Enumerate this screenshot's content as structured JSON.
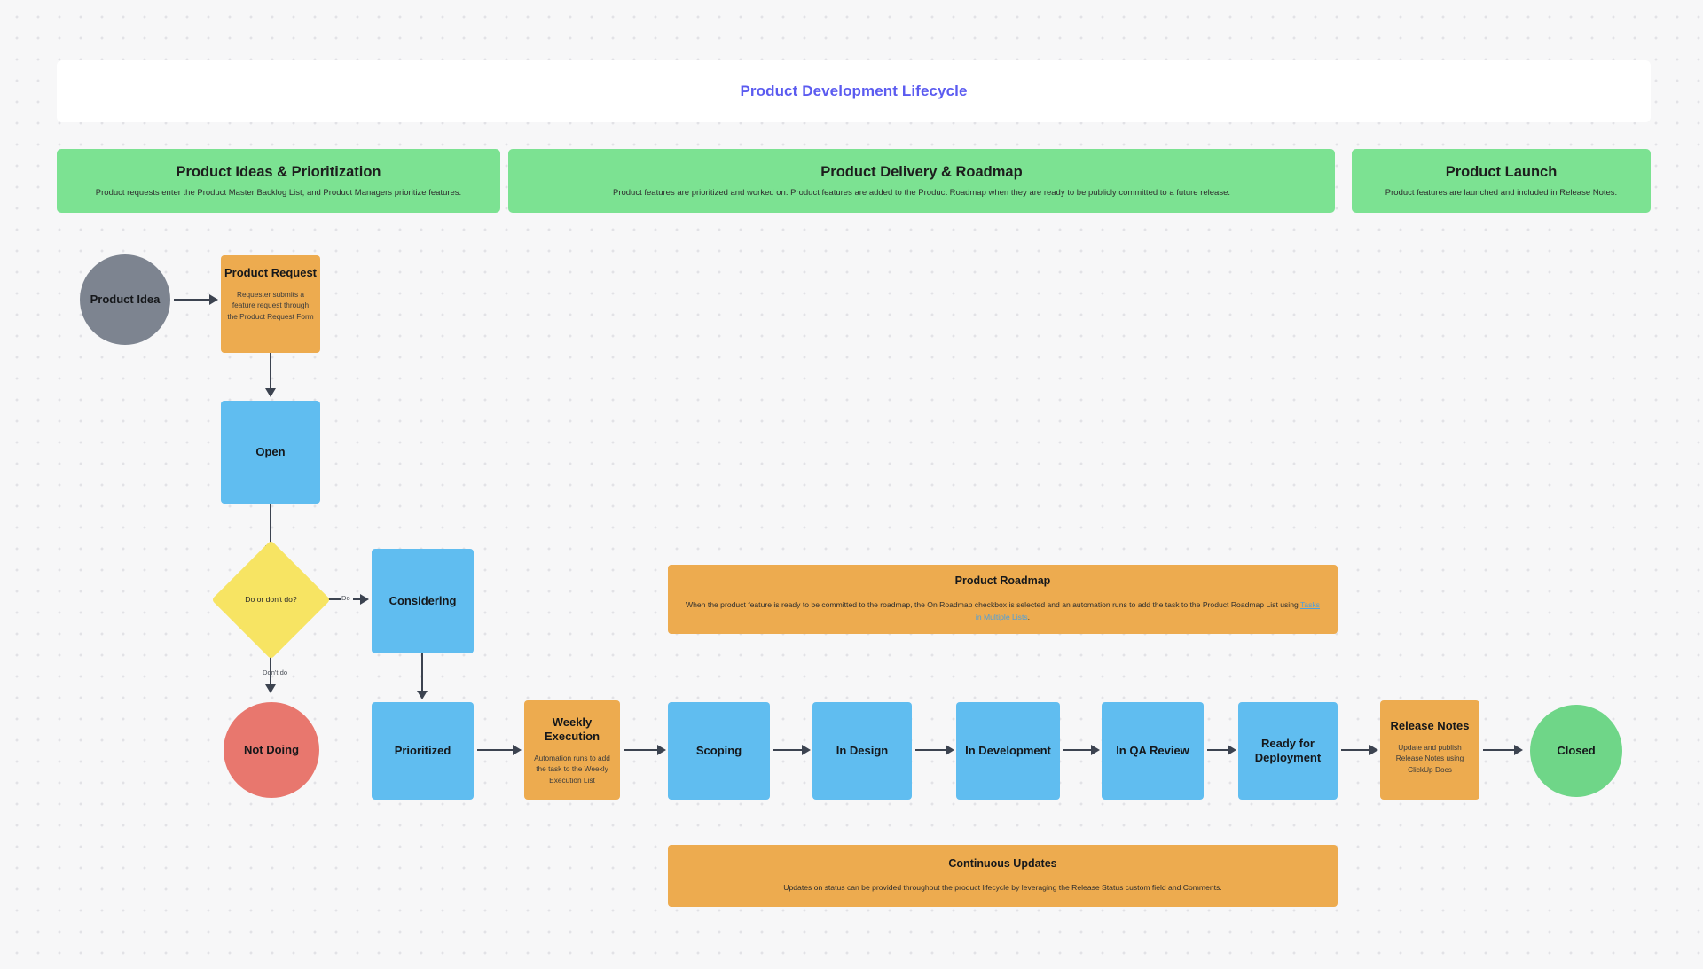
{
  "board": {
    "title": "Product Development Lifecycle",
    "title_color": "#5b5bf0",
    "background_color": "#f7f7f8"
  },
  "phases": [
    {
      "name": "Product Ideas & Prioritization",
      "description": "Product requests enter the Product Master Backlog List, and Product Managers prioritize features."
    },
    {
      "name": "Product Delivery & Roadmap",
      "description": "Product features are prioritized and worked on. Product features are added to the Product Roadmap when they are ready to be publicly committed to a future release."
    },
    {
      "name": "Product Launch",
      "description": "Product features are launched and included in Release Notes."
    }
  ],
  "nodes": {
    "product_idea": {
      "label": "Product Idea",
      "shape": "circle",
      "color": "#7d8490"
    },
    "product_request": {
      "label": "Product Request",
      "description": "Requester submits a feature request through the Product Request Form",
      "shape": "rect",
      "color": "#edab4f"
    },
    "open": {
      "label": "Open",
      "shape": "rect",
      "color": "#60bdf0"
    },
    "decision": {
      "label": "Do or don't do?",
      "shape": "diamond",
      "color": "#f7e463"
    },
    "considering": {
      "label": "Considering",
      "shape": "rect",
      "color": "#60bdf0"
    },
    "not_doing": {
      "label": "Not Doing",
      "shape": "circle",
      "color": "#e8776e"
    },
    "prioritized": {
      "label": "Prioritized",
      "shape": "rect",
      "color": "#60bdf0"
    },
    "weekly_execution": {
      "label": "Weekly Execution",
      "description": "Automation runs to add the task to the Weekly Execution List",
      "shape": "rect",
      "color": "#edab4f"
    },
    "scoping": {
      "label": "Scoping",
      "shape": "rect",
      "color": "#60bdf0"
    },
    "in_design": {
      "label": "In Design",
      "shape": "rect",
      "color": "#60bdf0"
    },
    "in_development": {
      "label": "In Development",
      "shape": "rect",
      "color": "#60bdf0"
    },
    "in_qa_review": {
      "label": "In QA Review",
      "shape": "rect",
      "color": "#60bdf0"
    },
    "ready_for_deployment": {
      "label": "Ready for Deployment",
      "shape": "rect",
      "color": "#60bdf0"
    },
    "release_notes": {
      "label": "Release Notes",
      "description": "Update and publish Release Notes using ClickUp Docs",
      "shape": "rect",
      "color": "#edab4f"
    },
    "closed": {
      "label": "Closed",
      "shape": "circle",
      "color": "#6fd688"
    }
  },
  "edge_labels": {
    "do": "Do",
    "dont_do": "Don't do"
  },
  "panels": {
    "roadmap": {
      "title": "Product Roadmap",
      "body_before_link": "When the product feature is ready to be committed to the roadmap, the On Roadmap checkbox is selected and an automation runs to add the task to the Product Roadmap List using ",
      "link_text": "Tasks in Multiple Lists",
      "body_after_link": "."
    },
    "updates": {
      "title": "Continuous Updates",
      "body": "Updates on status can be provided throughout the product lifecycle by leveraging the Release Status custom field and Comments."
    }
  }
}
